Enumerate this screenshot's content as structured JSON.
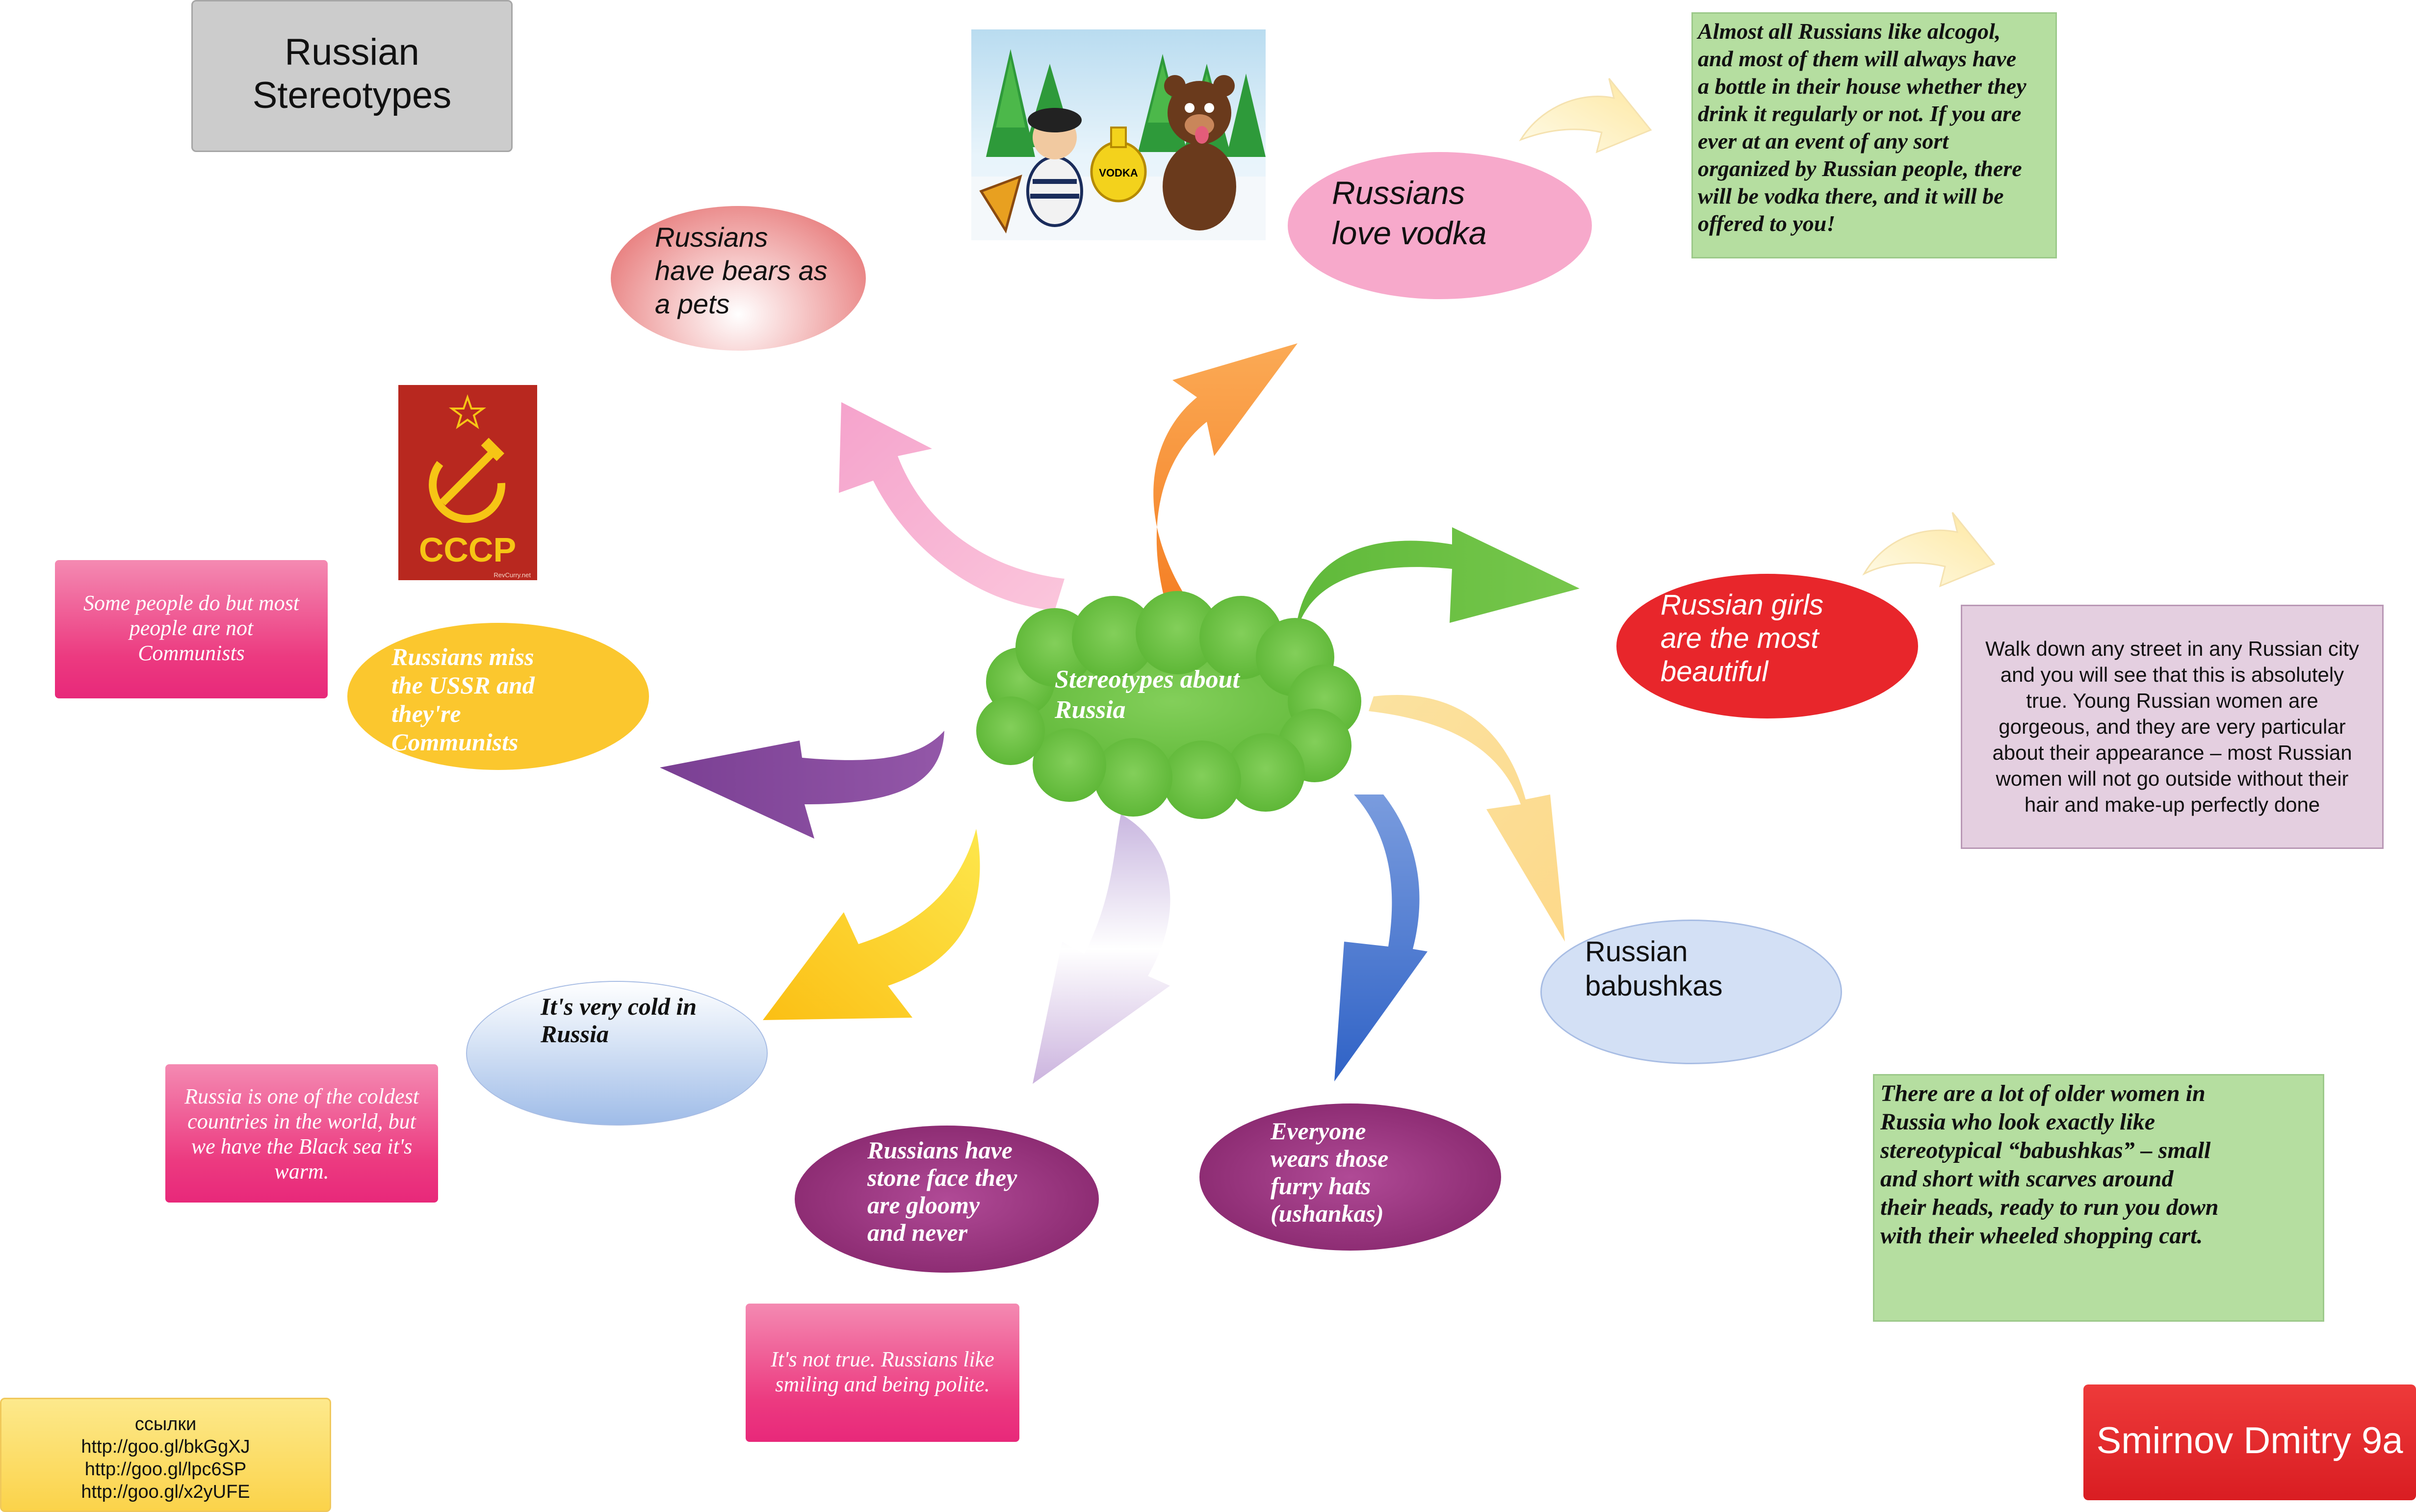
{
  "title": "Russian\nStereotypes",
  "center": {
    "label": "Stereotypes about\nRussia"
  },
  "nodes": {
    "bears": "Russians\nhave bears as\na pets",
    "vodka": "Russians\nlove vodka",
    "girls": "Russian girls\nare the most\nbeautiful",
    "babushkas": "Russian\nbabushkas",
    "hats": "Everyone\nwears those\nfurry hats\n(ushankas)",
    "stone": "Russians have\nstone face they\nare gloomy\nand never",
    "cold": "It's very cold in\nRussia",
    "ussr": "Russians miss\nthe USSR and\nthey're\nCommunists"
  },
  "notes": {
    "vodka": "Almost all Russians like alcogol,\nand most of them will always have\na bottle in their house whether they\ndrink it regularly or not. If you are\never at an event of any sort\norganized by Russian people, there\nwill be vodka there, and it will be\noffered to you!",
    "girls": "Walk down any street in any Russian city\nand you will see that this is absolutely\ntrue. Young Russian women are\ngorgeous, and they are very particular\nabout their appearance – most Russian\nwomen will not go outside without their\nhair and make-up perfectly done",
    "babushkas": "There are a lot of older women in\nRussia who look exactly like\nstereotypical “babushkas” – small\nand short with scarves around\ntheir heads, ready to run you down\nwith their wheeled shopping cart.",
    "communists": "Some people do but most\npeople are not\nCommunists",
    "cold": "Russia is one of the coldest\ncountries in the world, but\nwe have the Black sea it's\nwarm.",
    "stone": "It's not true. Russians like\nsmiling and being polite."
  },
  "images": {
    "vodka_label": "VODKA",
    "poster_label": "СССР",
    "poster_credit": "RevCurry.net"
  },
  "links": {
    "heading": "ссылки",
    "items": [
      "http://goo.gl/bkGgXJ",
      "http://goo.gl/lpc6SP",
      "http://goo.gl/x2yUFE"
    ]
  },
  "author": "Smirnov Dmitry 9a",
  "colors": {
    "cloud": "#6cc43c",
    "vodka_node": "#f7a9cb",
    "girls_node": "#e8262b",
    "babushkas_node": "#d3e0f5",
    "hats_node": "#8e2d74",
    "stone_node": "#8e2d74",
    "ussr_node": "#fbc72e",
    "green_note": "#b5dea0",
    "lilac_note": "#e4cfe0",
    "pink_note": "#ec3a80",
    "author_box": "#e8262b"
  }
}
